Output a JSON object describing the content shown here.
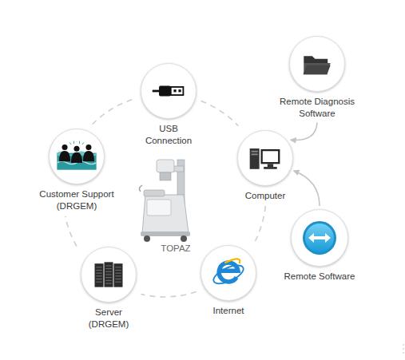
{
  "diagram": {
    "nodes": [
      {
        "text": [
          "USB Connection"
        ]
      },
      {
        "text": [
          "Remote Diagnosis Software"
        ]
      },
      {
        "text": [
          "Customer Support (DRGEM)"
        ]
      },
      {
        "text": [
          "Computer"
        ]
      },
      {
        "text": [
          "Remote Software"
        ]
      },
      {
        "text": [
          "Server (DRGEM)"
        ]
      },
      {
        "text": [
          "Internet"
        ]
      }
    ],
    "edges": [
      {
        "from": 0,
        "to": 3,
        "arrow": "none"
      },
      {
        "from": 3,
        "to": 6,
        "arrow": "none"
      },
      {
        "from": 6,
        "to": 5,
        "arrow": "none"
      },
      {
        "from": 5,
        "to": 2,
        "arrow": "none"
      },
      {
        "from": 2,
        "to": 0,
        "arrow": "none"
      },
      {
        "from": 1,
        "to": 3,
        "arrow": "to"
      },
      {
        "from": 4,
        "to": 3,
        "arrow": "to"
      }
    ],
    "labels": [
      "TOPAZ"
    ]
  }
}
